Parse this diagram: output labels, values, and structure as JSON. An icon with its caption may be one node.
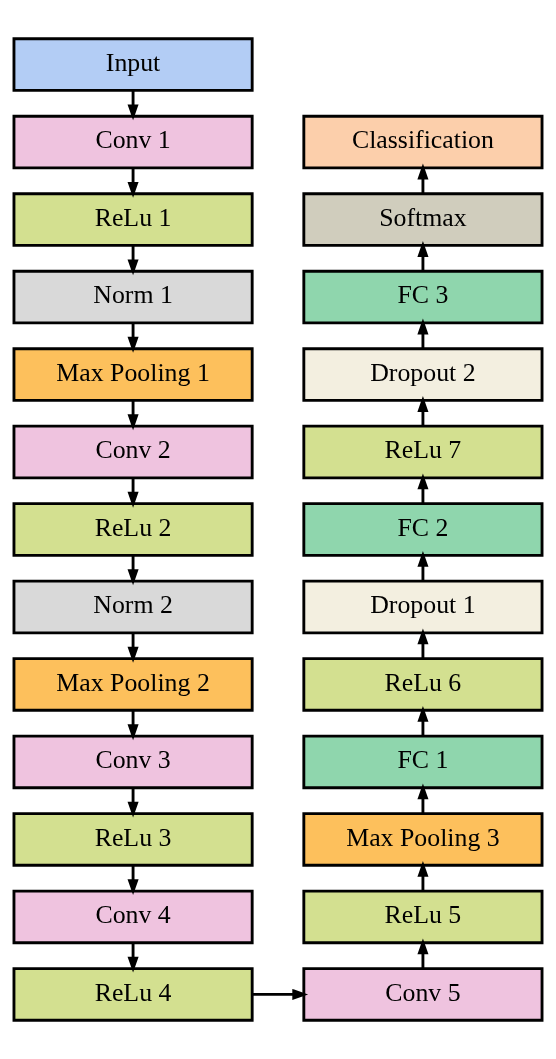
{
  "diagram": {
    "nodes": [
      {
        "text": [
          "Input"
        ]
      },
      {
        "text": [
          "Conv 1"
        ]
      },
      {
        "text": [
          "ReLu 1"
        ]
      },
      {
        "text": [
          "Norm 1"
        ]
      },
      {
        "text": [
          "Max Pooling 1"
        ]
      },
      {
        "text": [
          "Conv 2"
        ]
      },
      {
        "text": [
          "ReLu 2"
        ]
      },
      {
        "text": [
          "Norm 2"
        ]
      },
      {
        "text": [
          "Max Pooling 2"
        ]
      },
      {
        "text": [
          "Conv 3"
        ]
      },
      {
        "text": [
          "ReLu 3"
        ]
      },
      {
        "text": [
          "Conv 4"
        ]
      },
      {
        "text": [
          "ReLu 4"
        ]
      },
      {
        "text": [
          "Classification"
        ]
      },
      {
        "text": [
          "Softmax"
        ]
      },
      {
        "text": [
          "FC 3"
        ]
      },
      {
        "text": [
          "Dropout 2"
        ]
      },
      {
        "text": [
          "ReLu 7"
        ]
      },
      {
        "text": [
          "FC 2"
        ]
      },
      {
        "text": [
          "Dropout 1"
        ]
      },
      {
        "text": [
          "ReLu 6"
        ]
      },
      {
        "text": [
          "FC 1"
        ]
      },
      {
        "text": [
          "Max Pooling 3"
        ]
      },
      {
        "text": [
          "ReLu 5"
        ]
      },
      {
        "text": [
          "Conv 5"
        ]
      }
    ],
    "edges": [
      {
        "from": 0,
        "to": 1,
        "arrow": "to"
      },
      {
        "from": 1,
        "to": 2,
        "arrow": "to"
      },
      {
        "from": 2,
        "to": 3,
        "arrow": "to"
      },
      {
        "from": 3,
        "to": 4,
        "arrow": "to"
      },
      {
        "from": 4,
        "to": 5,
        "arrow": "to"
      },
      {
        "from": 5,
        "to": 6,
        "arrow": "to"
      },
      {
        "from": 6,
        "to": 7,
        "arrow": "to"
      },
      {
        "from": 7,
        "to": 8,
        "arrow": "to"
      },
      {
        "from": 8,
        "to": 9,
        "arrow": "to"
      },
      {
        "from": 9,
        "to": 10,
        "arrow": "to"
      },
      {
        "from": 10,
        "to": 11,
        "arrow": "to"
      },
      {
        "from": 11,
        "to": 12,
        "arrow": "to"
      },
      {
        "from": 12,
        "to": 24,
        "arrow": "to"
      },
      {
        "from": 24,
        "to": 23,
        "arrow": "to"
      },
      {
        "from": 23,
        "to": 22,
        "arrow": "to"
      },
      {
        "from": 22,
        "to": 21,
        "arrow": "to"
      },
      {
        "from": 21,
        "to": 20,
        "arrow": "to"
      },
      {
        "from": 20,
        "to": 19,
        "arrow": "to"
      },
      {
        "from": 19,
        "to": 18,
        "arrow": "to"
      },
      {
        "from": 18,
        "to": 17,
        "arrow": "to"
      },
      {
        "from": 17,
        "to": 16,
        "arrow": "to"
      },
      {
        "from": 16,
        "to": 15,
        "arrow": "to"
      },
      {
        "from": 15,
        "to": 14,
        "arrow": "to"
      },
      {
        "from": 14,
        "to": 13,
        "arrow": "to"
      }
    ]
  }
}
